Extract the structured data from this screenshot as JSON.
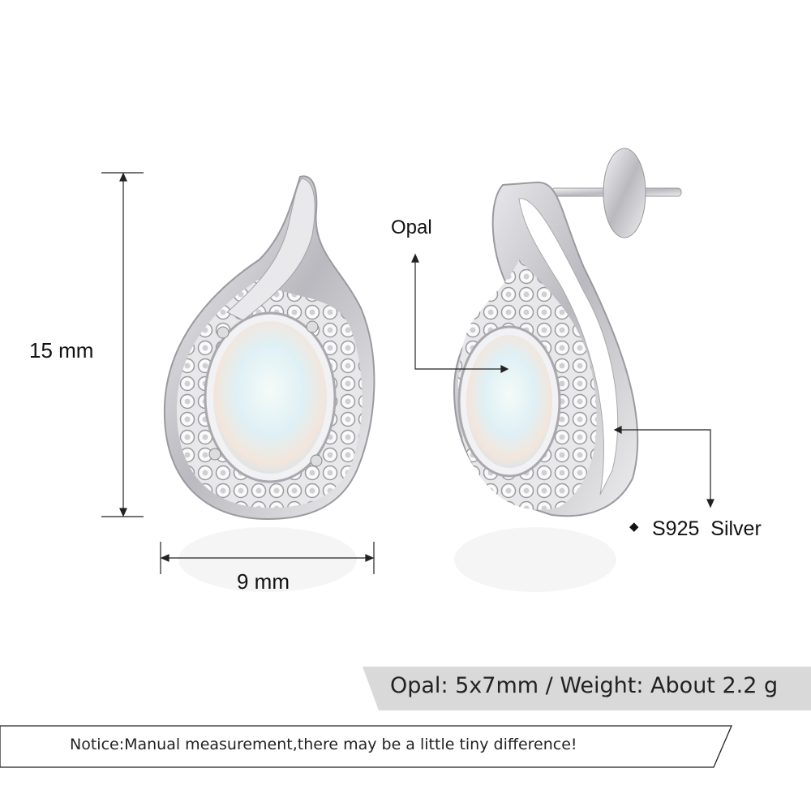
{
  "dimensions": {
    "height_label": "15 mm",
    "width_label": "9 mm"
  },
  "callouts": {
    "stone_label": "Opal",
    "material_bullet": "◆",
    "material_label": "S925  Silver"
  },
  "spec_banner": {
    "text": "Opal: 5x7mm / Weight: About 2.2 g"
  },
  "notice": {
    "text": "Notice:Manual measurement,there may be a little tiny difference!"
  },
  "colors": {
    "banner_bg": "#d9d9d9",
    "silver": "#c8c8cc",
    "opal": "#e6f2f4"
  }
}
